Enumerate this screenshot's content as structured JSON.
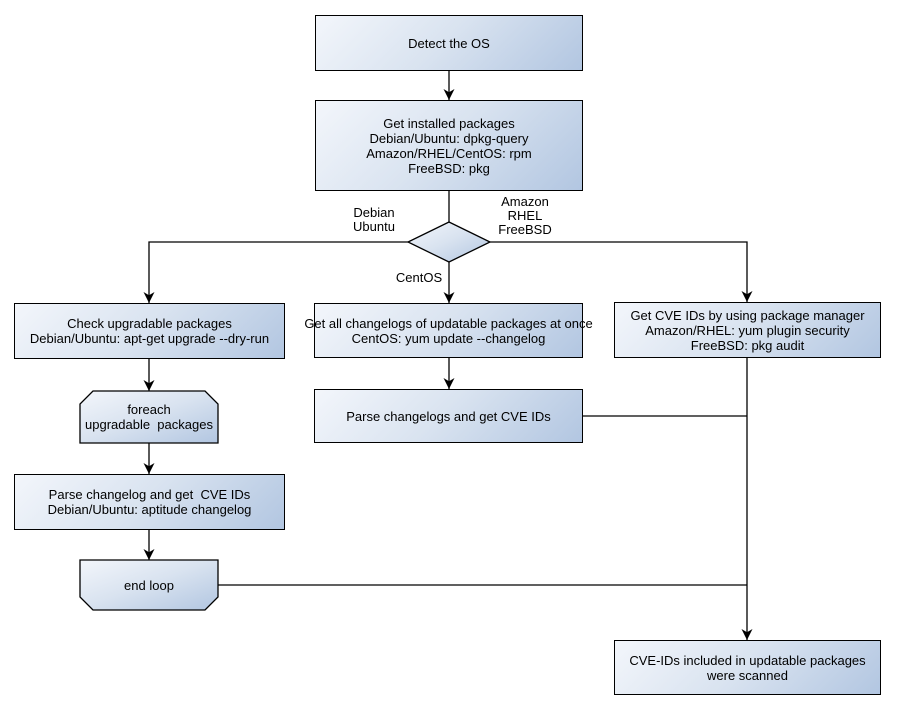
{
  "nodes": {
    "detect_os": "Detect the OS",
    "get_installed": "Get installed packages\nDebian/Ubuntu: dpkg-query\nAmazon/RHEL/CentOS: rpm\nFreeBSD: pkg",
    "check_upgradable": "Check upgradable packages\nDebian/Ubuntu: apt-get upgrade --dry-run",
    "foreach_loop": "foreach\nupgradable  packages",
    "parse_changelog_left": "Parse changelog and get  CVE IDs\nDebian/Ubuntu: aptitude changelog",
    "end_loop": "end loop",
    "get_all_changelogs": "Get all changelogs of updatable packages at once\nCentOS: yum update --changelog",
    "parse_changelogs_mid": "Parse changelogs and get CVE IDs",
    "get_cve_right": "Get CVE IDs by using package manager\nAmazon/RHEL: yum plugin security\nFreeBSD: pkg audit",
    "cve_scanned": "CVE-IDs included in updatable packages\nwere scanned"
  },
  "edge_labels": {
    "debian_ubuntu": "Debian\nUbuntu",
    "amazon_rhel_freebsd": "Amazon\nRHEL\nFreeBSD",
    "centos": "CentOS"
  },
  "colors": {
    "node_fill_light": "#f3f6fb",
    "node_fill_dark": "#b2c6e1",
    "node_border": "#000000",
    "connector_line": "#000000",
    "text": "#000000",
    "background": "#ffffff"
  }
}
